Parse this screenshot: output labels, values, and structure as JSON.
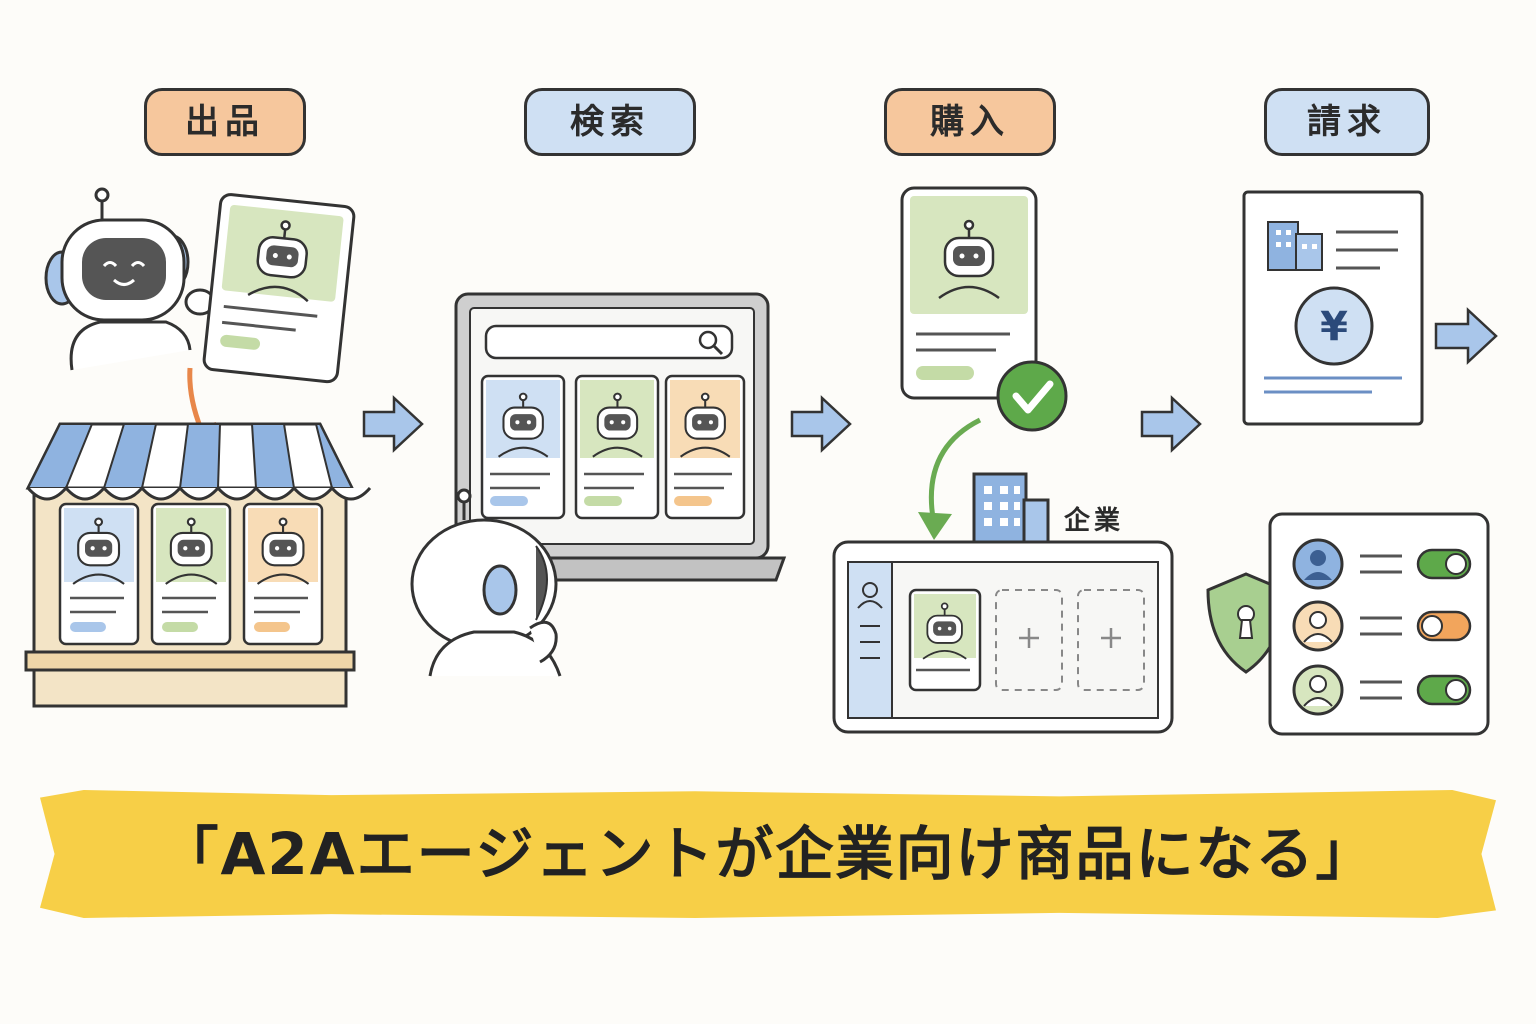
{
  "stages": [
    {
      "label": "出品",
      "accent": "#f6c79d"
    },
    {
      "label": "検索",
      "accent": "#cfe0f3"
    },
    {
      "label": "購入",
      "accent": "#f6c79d"
    },
    {
      "label": "請求",
      "accent": "#cfe0f3"
    }
  ],
  "corporate_label": "企業",
  "currency_symbol": "¥",
  "banner_text": "「A2Aエージェントが企業向け商品になる」",
  "colors": {
    "blue": "#a9c6ea",
    "green": "#c4dba6",
    "orange": "#f4c58c",
    "banner": "#f7cf47",
    "check": "#5ea94a"
  },
  "icons": [
    "robot-icon",
    "search-icon",
    "check-icon",
    "building-icon",
    "yen-icon",
    "shield-lock-icon",
    "user-icon",
    "toggle-icon",
    "plus-icon",
    "arrow-icon"
  ]
}
